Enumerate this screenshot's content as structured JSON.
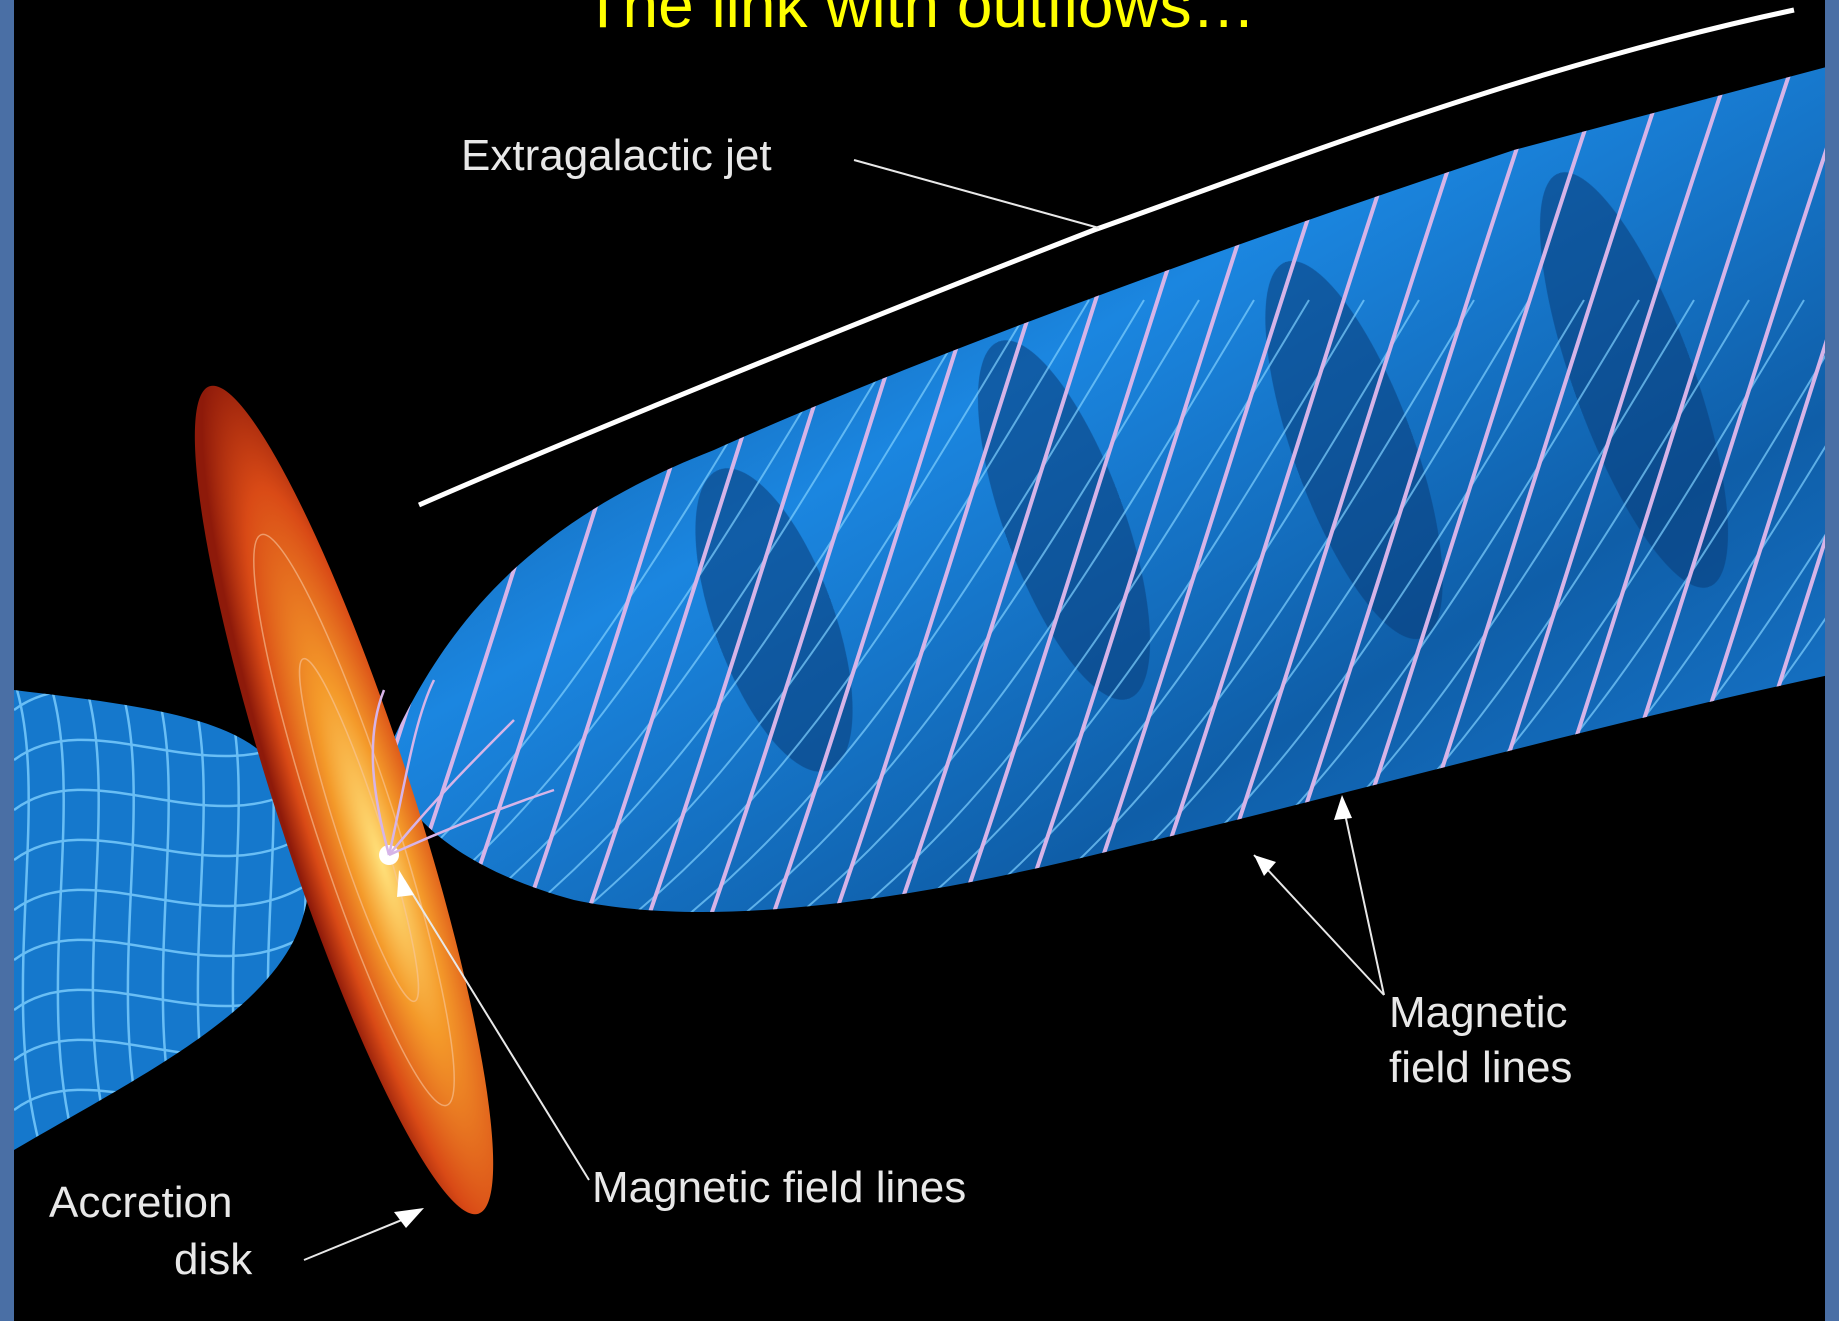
{
  "slide": {
    "title": "The link with outflows…",
    "background_color": "#4a6fa5",
    "title_color": "#ffff00"
  },
  "diagram": {
    "labels": {
      "jet": "Extragalactic jet",
      "field_lines_right_1": "Magnetic",
      "field_lines_right_2": "field lines",
      "field_lines_bottom": "Magnetic field lines",
      "disk_1": "Accretion",
      "disk_2": "disk"
    },
    "colors": {
      "jet_body": "#1a7fd8",
      "field_lines": "#d6b4e8",
      "disk": "#e8541a",
      "disk_center": "#ffd060"
    }
  }
}
